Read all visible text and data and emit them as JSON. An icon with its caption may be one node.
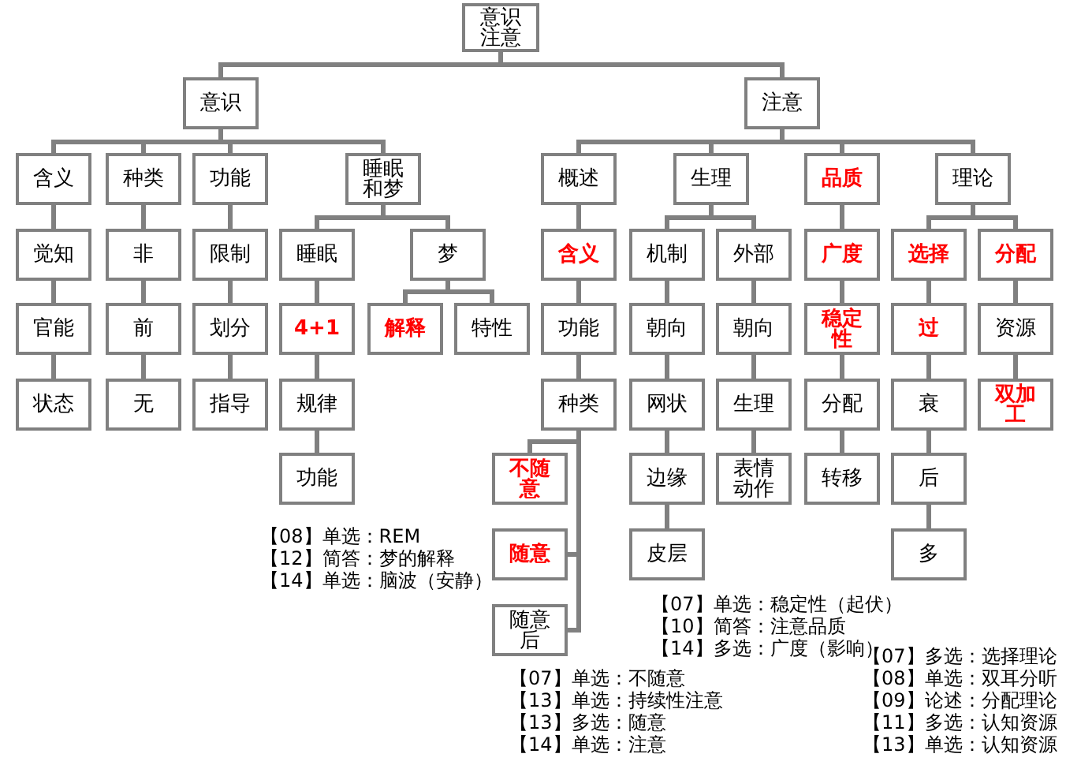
{
  "diagram": {
    "nodes": [
      {
        "text": [
          "意识注意"
        ]
      },
      {
        "text": [
          "意识"
        ]
      },
      {
        "text": [
          "注意"
        ]
      },
      {
        "text": [
          "含义"
        ]
      },
      {
        "text": [
          "种类"
        ]
      },
      {
        "text": [
          "功能"
        ]
      },
      {
        "text": [
          "睡眠和梦"
        ]
      },
      {
        "text": [
          "概述"
        ]
      },
      {
        "text": [
          "生理"
        ]
      },
      {
        "text": [
          "品质"
        ]
      },
      {
        "text": [
          "理论"
        ]
      },
      {
        "text": [
          "觉知"
        ]
      },
      {
        "text": [
          "非"
        ]
      },
      {
        "text": [
          "限制"
        ]
      },
      {
        "text": [
          "睡眠"
        ]
      },
      {
        "text": [
          "梦"
        ]
      },
      {
        "text": [
          "含义"
        ]
      },
      {
        "text": [
          "机制"
        ]
      },
      {
        "text": [
          "外部"
        ]
      },
      {
        "text": [
          "广度"
        ]
      },
      {
        "text": [
          "选择"
        ]
      },
      {
        "text": [
          "分配"
        ]
      },
      {
        "text": [
          "官能"
        ]
      },
      {
        "text": [
          "前"
        ]
      },
      {
        "text": [
          "划分"
        ]
      },
      {
        "text": [
          "4+1"
        ]
      },
      {
        "text": [
          "解释"
        ]
      },
      {
        "text": [
          "特性"
        ]
      },
      {
        "text": [
          "功能"
        ]
      },
      {
        "text": [
          "朝向"
        ]
      },
      {
        "text": [
          "朝向"
        ]
      },
      {
        "text": [
          "稳定性"
        ]
      },
      {
        "text": [
          "过"
        ]
      },
      {
        "text": [
          "资源"
        ]
      },
      {
        "text": [
          "状态"
        ]
      },
      {
        "text": [
          "无"
        ]
      },
      {
        "text": [
          "指导"
        ]
      },
      {
        "text": [
          "规律"
        ]
      },
      {
        "text": [
          "种类"
        ]
      },
      {
        "text": [
          "网状"
        ]
      },
      {
        "text": [
          "生理"
        ]
      },
      {
        "text": [
          "分配"
        ]
      },
      {
        "text": [
          "衰"
        ]
      },
      {
        "text": [
          "双加工"
        ]
      },
      {
        "text": [
          "功能"
        ]
      },
      {
        "text": [
          "不随意"
        ]
      },
      {
        "text": [
          "边缘"
        ]
      },
      {
        "text": [
          "表情动作"
        ]
      },
      {
        "text": [
          "转移"
        ]
      },
      {
        "text": [
          "后"
        ]
      },
      {
        "text": [
          "随意"
        ]
      },
      {
        "text": [
          "皮层"
        ]
      },
      {
        "text": [
          "多"
        ]
      },
      {
        "text": [
          "随意后"
        ]
      }
    ],
    "edges": [
      {
        "from": 0,
        "to": 1,
        "arrow": "none"
      },
      {
        "from": 0,
        "to": 2,
        "arrow": "none"
      },
      {
        "from": 1,
        "to": 3,
        "arrow": "none"
      },
      {
        "from": 1,
        "to": 4,
        "arrow": "none"
      },
      {
        "from": 1,
        "to": 5,
        "arrow": "none"
      },
      {
        "from": 1,
        "to": 6,
        "arrow": "none"
      },
      {
        "from": 2,
        "to": 7,
        "arrow": "none"
      },
      {
        "from": 2,
        "to": 8,
        "arrow": "none"
      },
      {
        "from": 2,
        "to": 9,
        "arrow": "none"
      },
      {
        "from": 2,
        "to": 10,
        "arrow": "none"
      },
      {
        "from": 3,
        "to": 11,
        "arrow": "none"
      },
      {
        "from": 4,
        "to": 12,
        "arrow": "none"
      },
      {
        "from": 5,
        "to": 13,
        "arrow": "none"
      },
      {
        "from": 6,
        "to": 14,
        "arrow": "none"
      },
      {
        "from": 6,
        "to": 15,
        "arrow": "none"
      },
      {
        "from": 7,
        "to": 16,
        "arrow": "none"
      },
      {
        "from": 8,
        "to": 17,
        "arrow": "none"
      },
      {
        "from": 8,
        "to": 18,
        "arrow": "none"
      },
      {
        "from": 9,
        "to": 19,
        "arrow": "none"
      },
      {
        "from": 10,
        "to": 20,
        "arrow": "none"
      },
      {
        "from": 10,
        "to": 21,
        "arrow": "none"
      },
      {
        "from": 11,
        "to": 22,
        "arrow": "none"
      },
      {
        "from": 12,
        "to": 23,
        "arrow": "none"
      },
      {
        "from": 13,
        "to": 24,
        "arrow": "none"
      },
      {
        "from": 14,
        "to": 25,
        "arrow": "none"
      },
      {
        "from": 15,
        "to": 26,
        "arrow": "none"
      },
      {
        "from": 15,
        "to": 27,
        "arrow": "none"
      },
      {
        "from": 16,
        "to": 28,
        "arrow": "none"
      },
      {
        "from": 17,
        "to": 29,
        "arrow": "none"
      },
      {
        "from": 18,
        "to": 30,
        "arrow": "none"
      },
      {
        "from": 19,
        "to": 31,
        "arrow": "none"
      },
      {
        "from": 20,
        "to": 32,
        "arrow": "none"
      },
      {
        "from": 21,
        "to": 33,
        "arrow": "none"
      },
      {
        "from": 22,
        "to": 34,
        "arrow": "none"
      },
      {
        "from": 23,
        "to": 35,
        "arrow": "none"
      },
      {
        "from": 24,
        "to": 36,
        "arrow": "none"
      },
      {
        "from": 25,
        "to": 37,
        "arrow": "none"
      },
      {
        "from": 28,
        "to": 38,
        "arrow": "none"
      },
      {
        "from": 29,
        "to": 39,
        "arrow": "none"
      },
      {
        "from": 30,
        "to": 40,
        "arrow": "none"
      },
      {
        "from": 31,
        "to": 41,
        "arrow": "none"
      },
      {
        "from": 32,
        "to": 42,
        "arrow": "none"
      },
      {
        "from": 33,
        "to": 43,
        "arrow": "none"
      },
      {
        "from": 37,
        "to": 44,
        "arrow": "none"
      },
      {
        "from": 38,
        "to": 45,
        "arrow": "none"
      },
      {
        "from": 38,
        "to": 50,
        "arrow": "none"
      },
      {
        "from": 38,
        "to": 53,
        "arrow": "none"
      },
      {
        "from": 39,
        "to": 46,
        "arrow": "none"
      },
      {
        "from": 40,
        "to": 47,
        "arrow": "none"
      },
      {
        "from": 41,
        "to": 48,
        "arrow": "none"
      },
      {
        "from": 42,
        "to": 49,
        "arrow": "none"
      },
      {
        "from": 46,
        "to": 51,
        "arrow": "none"
      },
      {
        "from": 49,
        "to": 52,
        "arrow": "none"
      }
    ],
    "labels": [
      "【08】单选：REM",
      "【12】简答：梦的解释",
      "【14】单选：脑波（安静）",
      "【07】单选：稳定性（起伏）",
      "【10】简答：注意品质",
      "【14】多选：广度（影响）",
      "【07】单选：不随意",
      "【13】单选：持续性注意",
      "【13】多选：随意",
      "【14】单选：注意",
      "【07】多选：选择理论",
      "【08】单选：双耳分听",
      "【09】论述：分配理论",
      "【11】多选：认知资源",
      "【13】单选：认知资源"
    ]
  }
}
